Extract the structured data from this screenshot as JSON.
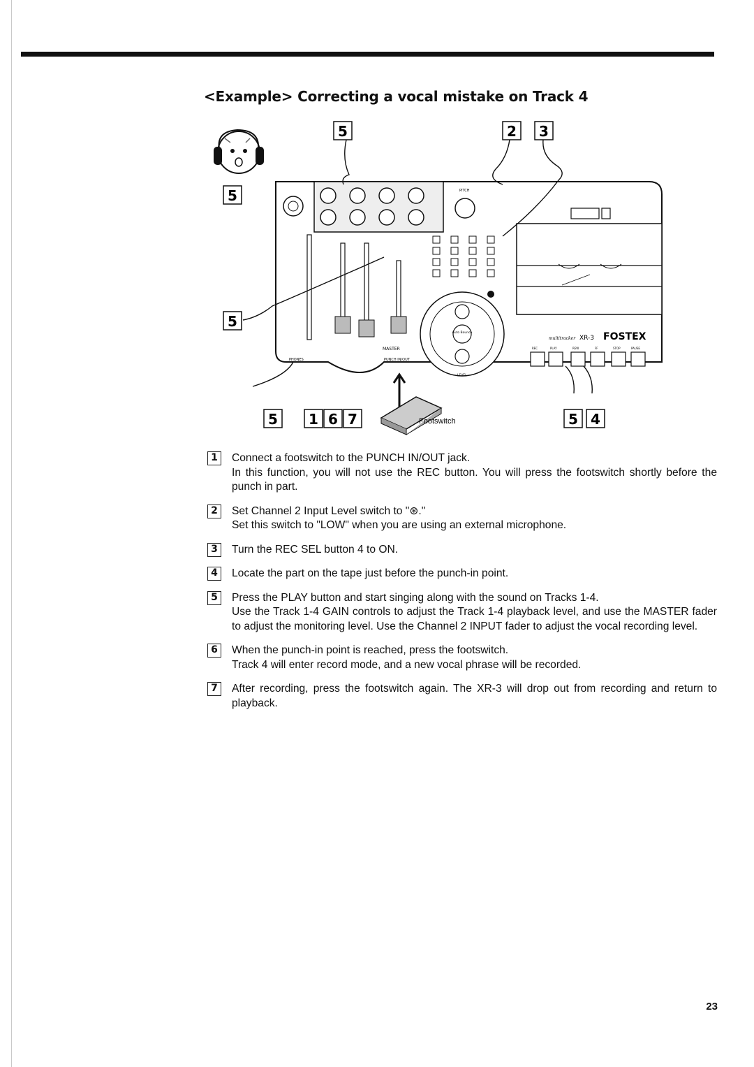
{
  "header": {
    "title": "<Example> Correcting a vocal mistake on Track 4"
  },
  "figure": {
    "callouts_top": [
      "5",
      "2",
      "3"
    ],
    "callouts_left": [
      "5",
      "5"
    ],
    "callouts_bottom_left": [
      "5",
      "1",
      "6",
      "7"
    ],
    "callouts_bottom_right": [
      "5",
      "4"
    ],
    "footswitch_label": "Footswitch",
    "device_brand": "FOSTEX",
    "device_model": "XR-3",
    "device_series": "multitracker",
    "master_label": "MASTER",
    "phones_label": "PHONES",
    "punch_label": "PUNCH IN/OUT",
    "level_label": "LEVEL",
    "pitch_label": "PITCH",
    "auto_bounce_label": "Auto Bounce",
    "transport_labels": [
      "REC",
      "PLAY",
      "REW",
      "FF",
      "STOP",
      "PAUSE"
    ]
  },
  "steps": [
    {
      "num": "1",
      "lines": [
        "Connect a footswitch to the PUNCH IN/OUT jack.",
        "In this function, you will not use the REC button. You will press the footswitch shortly before the punch in part."
      ]
    },
    {
      "num": "2",
      "lines": [
        "Set Channel 2 Input Level switch to \"⊛.\"",
        "Set this switch to \"LOW\" when you are using an external microphone."
      ]
    },
    {
      "num": "3",
      "lines": [
        "Turn the REC SEL button 4 to ON."
      ]
    },
    {
      "num": "4",
      "lines": [
        "Locate the part on the tape just before the punch-in point."
      ]
    },
    {
      "num": "5",
      "lines": [
        "Press the PLAY button and start singing along with the sound on Tracks 1-4.",
        "Use the Track 1-4 GAIN controls to adjust the Track 1-4 playback level, and use the MASTER fader to adjust the monitoring level. Use the Channel 2 INPUT fader to adjust the vocal recording level."
      ]
    },
    {
      "num": "6",
      "lines": [
        "When the punch-in point is reached, press the footswitch.",
        "Track 4 will enter record mode, and a new vocal phrase will be recorded."
      ]
    },
    {
      "num": "7",
      "lines": [
        "After recording, press the footswitch again. The XR-3 will drop out from recording and return to playback."
      ]
    }
  ],
  "footer": {
    "page_number": "23"
  }
}
